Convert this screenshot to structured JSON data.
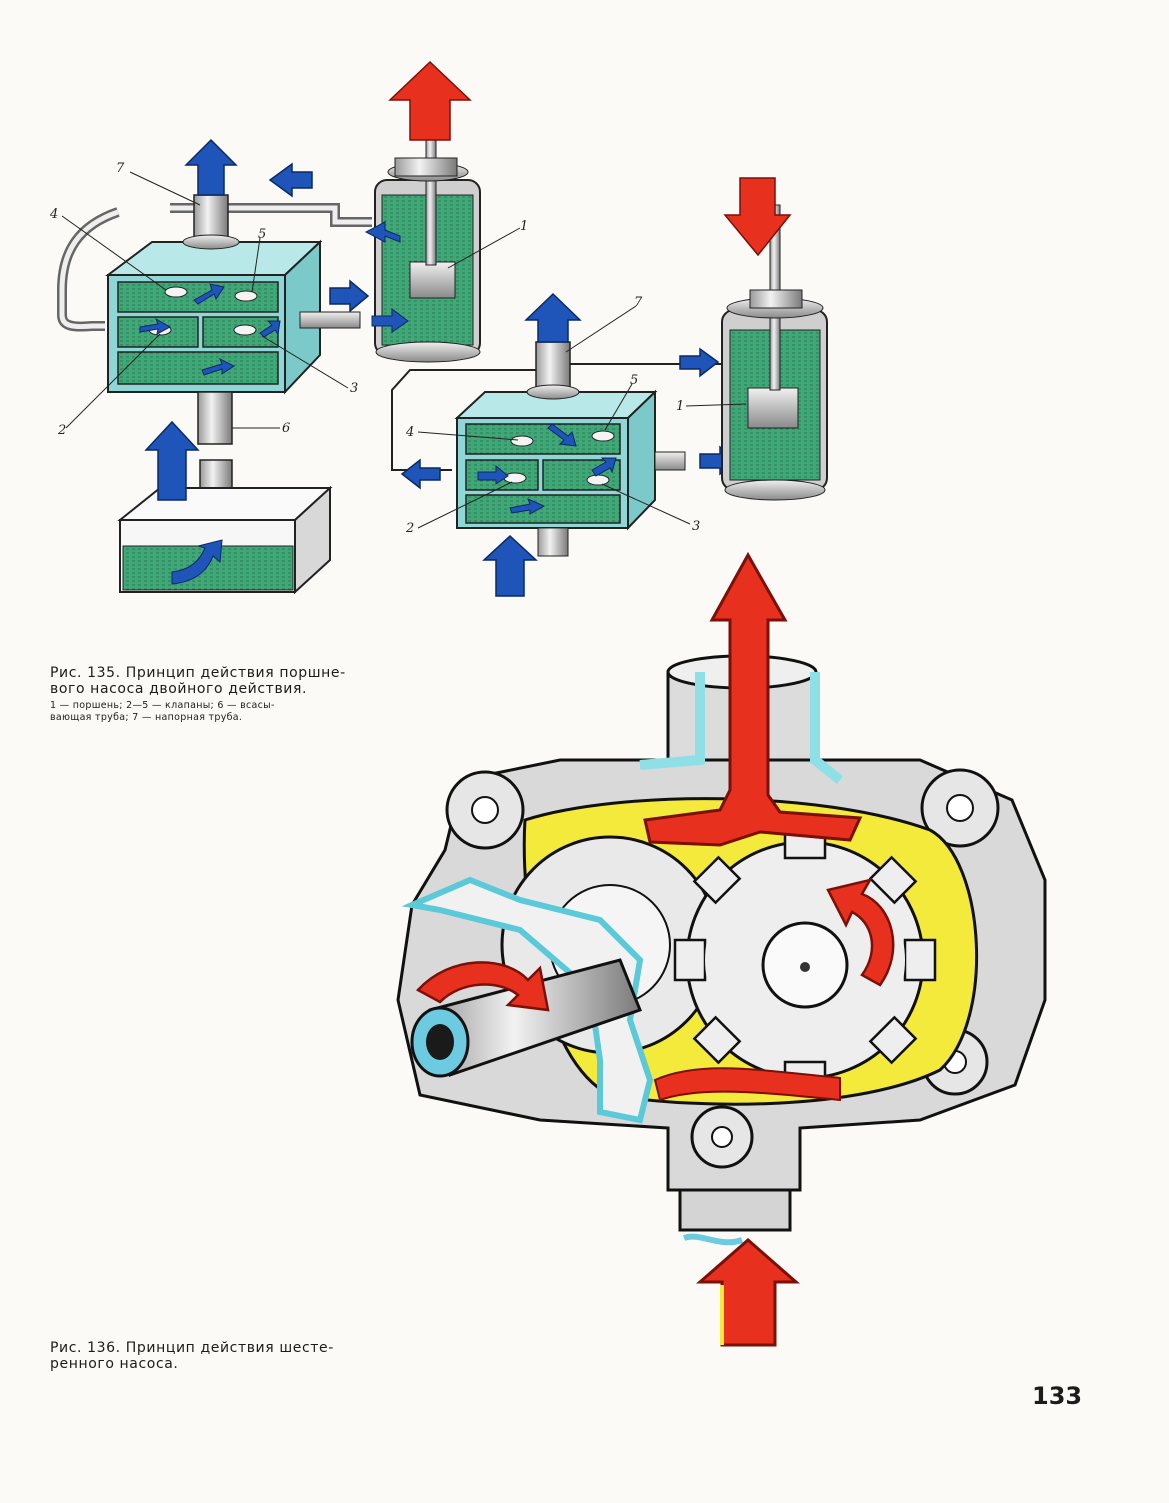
{
  "figure135": {
    "caption_lines": [
      "Рис. 135. Принцип действия поршне-",
      "вого насоса двойного действия."
    ],
    "legend_lines": [
      "1 — поршень; 2—5 — клапаны; 6 — всасы-",
      "вающая труба; 7 — напорная труба."
    ],
    "left_labels": [
      "7",
      "4",
      "5",
      "1",
      "3",
      "2",
      "6"
    ],
    "right_labels": [
      "7",
      "5",
      "4",
      "1",
      "2",
      "3"
    ]
  },
  "figure136": {
    "caption_lines": [
      "Рис. 136. Принцип действия шесте-",
      "ренного насоса."
    ]
  },
  "page_number": "133",
  "colors": {
    "fluid": "#3faa7a",
    "body": "#8fd6d6",
    "pressure_arrow": "#e8301e",
    "flow_arrow": "#1f54b8",
    "oil": "#f2e63a",
    "housing_cyan": "#8fe0e6"
  },
  "icons": [
    "blue-flow-arrow",
    "red-pressure-arrow",
    "gear-icon"
  ]
}
